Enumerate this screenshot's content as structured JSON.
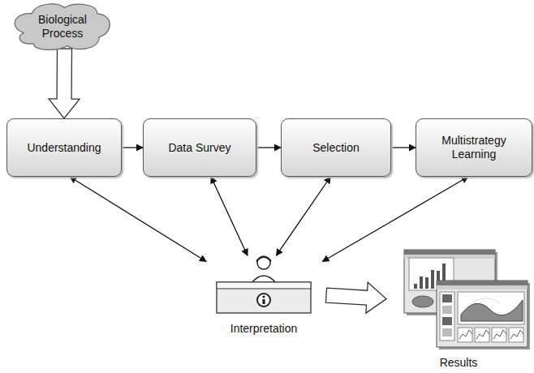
{
  "diagram": {
    "nodes": [
      {
        "text": [
          "Biological Process"
        ]
      },
      {
        "text": [
          "Understanding"
        ]
      },
      {
        "text": [
          "Data Survey"
        ]
      },
      {
        "text": [
          "Selection"
        ]
      },
      {
        "text": [
          "Multistrategy Learning"
        ]
      },
      {
        "text": [
          "Interpretation"
        ]
      },
      {
        "text": [
          "Results"
        ]
      }
    ],
    "edges": [
      {
        "from": 0,
        "to": 1,
        "arrow": "to"
      },
      {
        "from": 1,
        "to": 2,
        "arrow": "to"
      },
      {
        "from": 2,
        "to": 3,
        "arrow": "to"
      },
      {
        "from": 3,
        "to": 4,
        "arrow": "to"
      },
      {
        "from": 1,
        "to": 5,
        "arrow": "both"
      },
      {
        "from": 2,
        "to": 5,
        "arrow": "both"
      },
      {
        "from": 3,
        "to": 5,
        "arrow": "both"
      },
      {
        "from": 4,
        "to": 5,
        "arrow": "both"
      },
      {
        "from": 5,
        "to": 6,
        "arrow": "to"
      }
    ]
  }
}
